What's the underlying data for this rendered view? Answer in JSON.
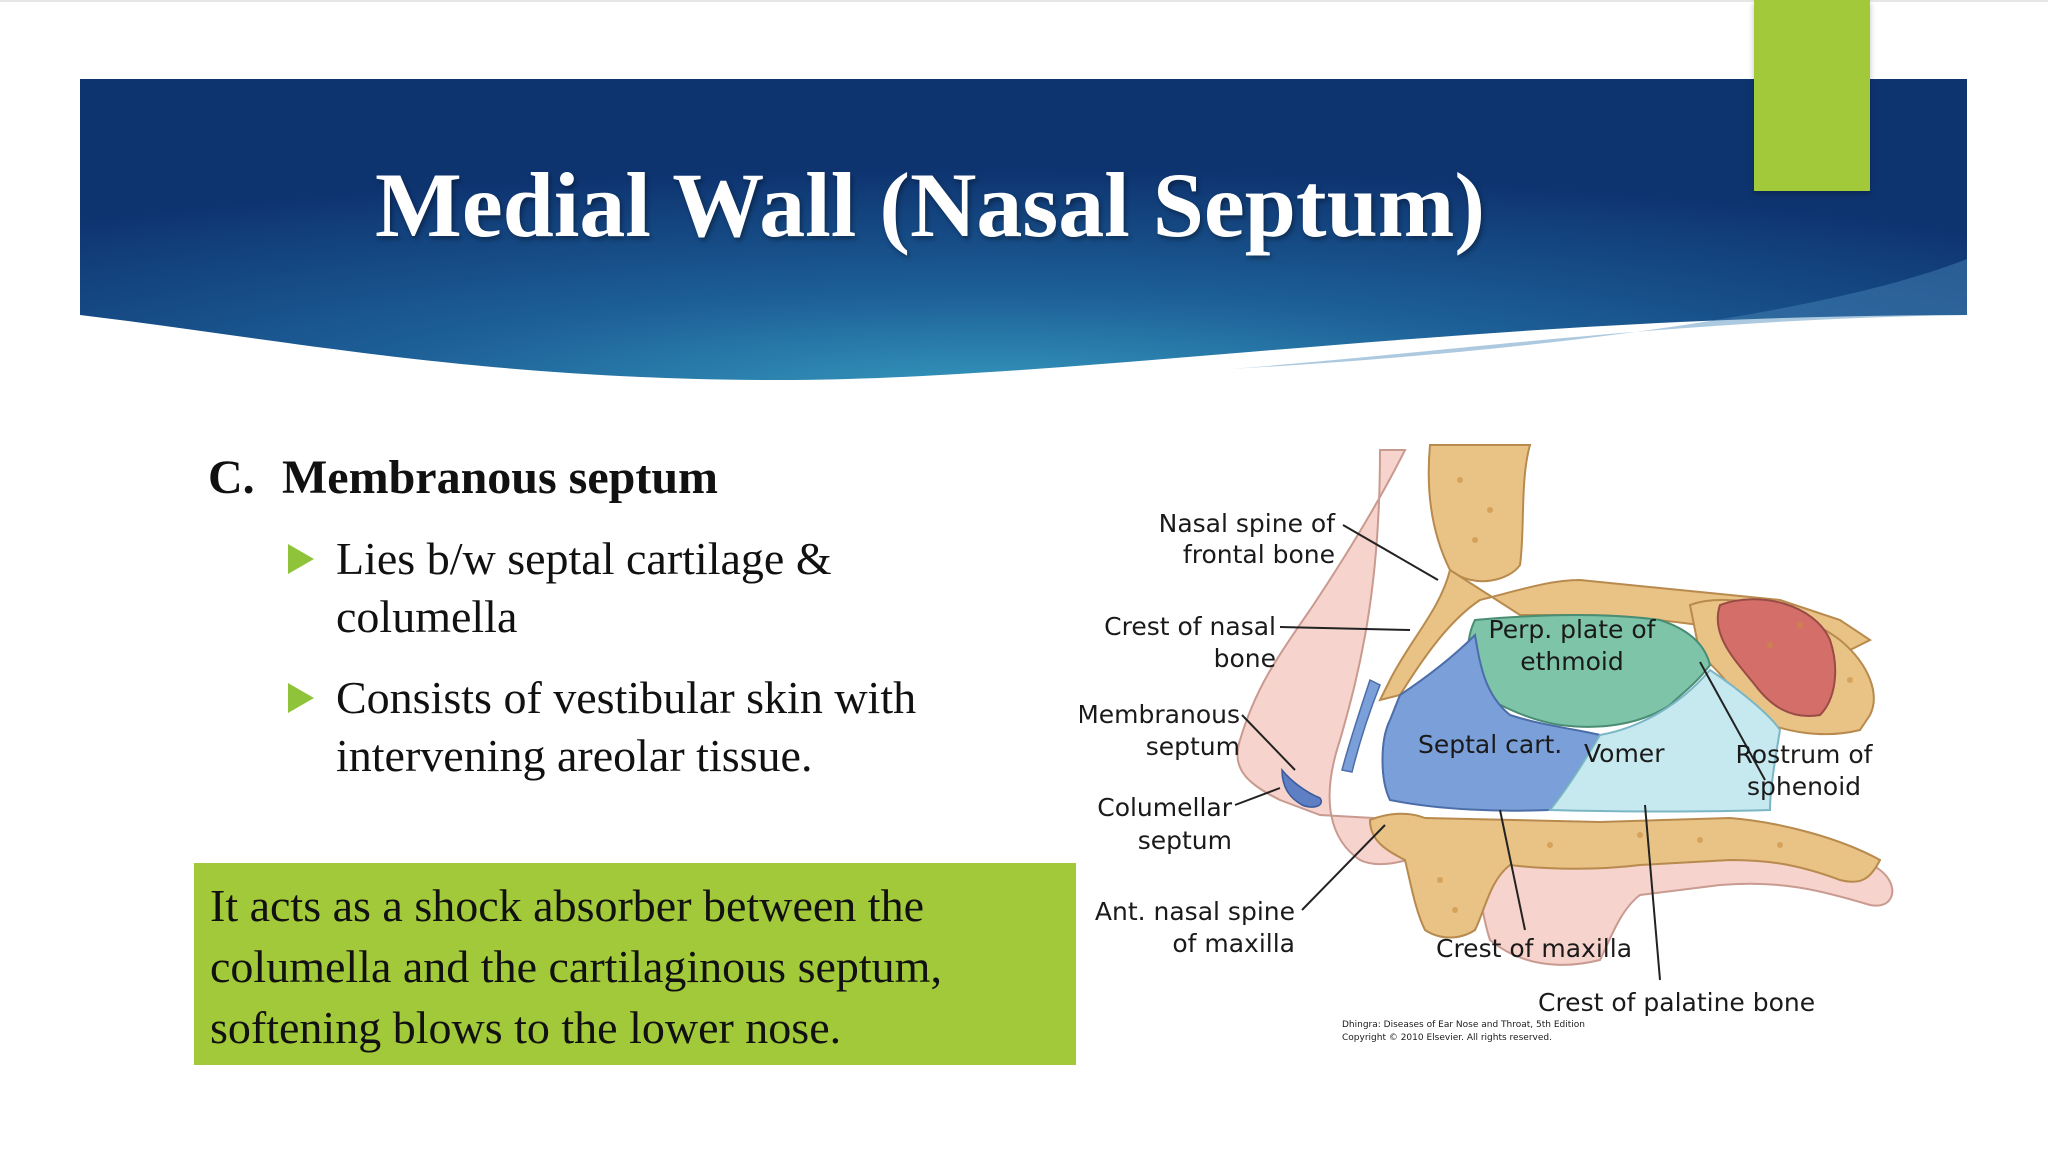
{
  "slide": {
    "title": "Medial Wall (Nasal Septum)",
    "heading_letter": "C.",
    "heading_text": "Membranous septum",
    "bullets": [
      "Lies b/w septal cartilage & columella",
      "Consists of vestibular skin with intervening areolar tissue."
    ],
    "callout": "It acts as a shock absorber between the columella and the cartilaginous septum, softening blows to the lower nose."
  },
  "colors": {
    "banner_dark": "#0f3a78",
    "banner_light": "#2b8bb3",
    "accent_green": "#a2c93a",
    "bullet_arrow": "#8fc33a"
  },
  "diagram": {
    "labels": {
      "nasal_spine_frontal_1": "Nasal spine of",
      "nasal_spine_frontal_2": "frontal bone",
      "crest_nasal_1": "Crest of nasal",
      "crest_nasal_2": "bone",
      "membranous_1": "Membranous",
      "membranous_2": "septum",
      "columellar_1": "Columellar",
      "columellar_2": "septum",
      "ant_nasal_1": "Ant. nasal spine",
      "ant_nasal_2": "of maxilla",
      "perp_plate_1": "Perp. plate of",
      "perp_plate_2": "ethmoid",
      "septal_cart": "Septal cart.",
      "vomer": "Vomer",
      "rostrum_1": "Rostrum of",
      "rostrum_2": "sphenoid",
      "crest_maxilla": "Crest of maxilla",
      "crest_palatine": "Crest of palatine bone",
      "credit_1": "Dhingra: Diseases of Ear Nose and Throat, 5th Edition",
      "credit_2": "Copyright © 2010 Elsevier. All rights reserved."
    }
  }
}
